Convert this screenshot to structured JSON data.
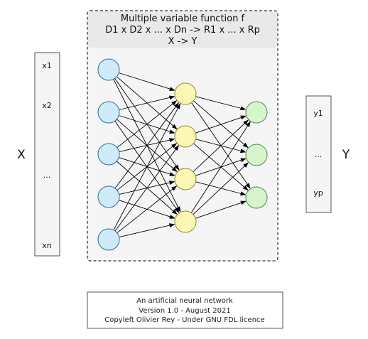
{
  "network": {
    "title_lines": [
      "Multiple variable function f",
      "D1 x D2 x ... x Dn -> R1 x ... x Rp",
      "X -> Y"
    ],
    "layers": [
      {
        "size": 5,
        "fill": "#cfeaf8",
        "stroke": "#2b6f97"
      },
      {
        "size": 4,
        "fill": "#fbf6b4",
        "stroke": "#8f8a3a"
      },
      {
        "size": 3,
        "fill": "#d6f5cf",
        "stroke": "#4f8a45"
      }
    ],
    "edge_color": "#000000"
  },
  "inputs": {
    "label": "X",
    "items": [
      "x1",
      "x2",
      "...",
      "xn"
    ]
  },
  "outputs": {
    "label": "Y",
    "items": [
      "y1",
      "...",
      "yp"
    ]
  },
  "caption": {
    "lines": [
      "An artificial neural network",
      "Version 1.0 - August 2021",
      "Copyleft Olivier Rey - Under GNU FDL licence"
    ]
  }
}
